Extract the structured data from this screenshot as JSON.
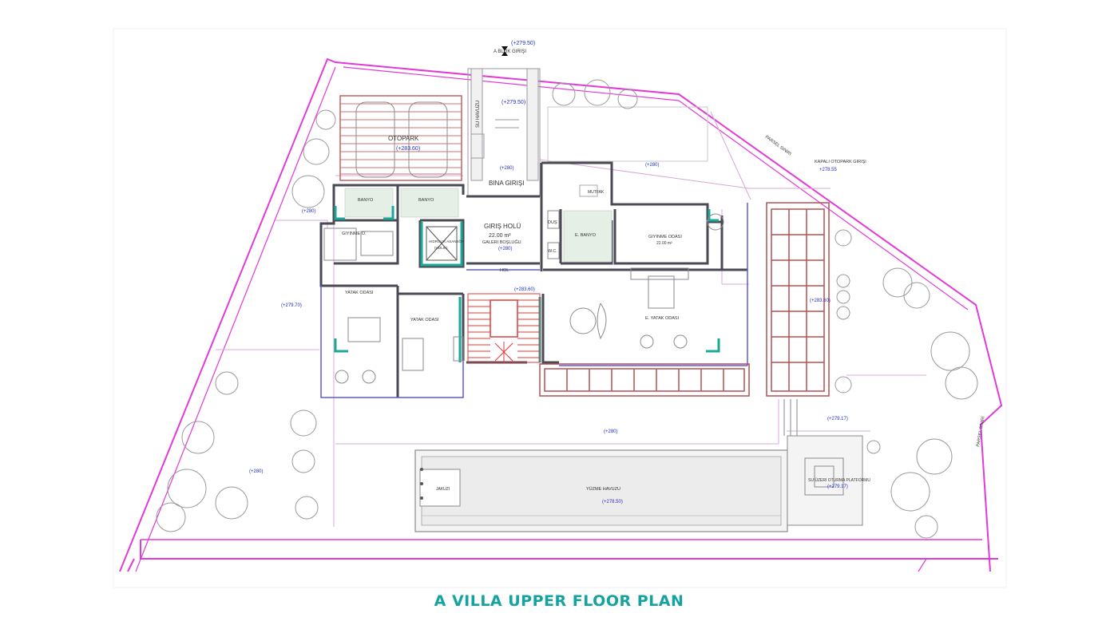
{
  "caption": "A VILLA UPPER FLOOR PLAN",
  "colors": {
    "caption": "#14a3a0",
    "boundary": "#e23ad8",
    "wall": "#4a4a55",
    "glass": "#5a5ae0",
    "stairs": "#e03a3a",
    "pergola": "#b45050",
    "accent": "#1aa89a",
    "level": "#2030c8"
  },
  "labels": {
    "entry_block": "A BLOK GIRIŞI",
    "entry_level": "(+279.50)",
    "entry_level2": "(+279.50)",
    "water_tank": "SU HAVUZU",
    "otopark": "OTOPARK",
    "otopark_level": "(+283.60)",
    "bina_girisi": "BINA GIRIŞI",
    "bina_level": "(+280)",
    "garden_level_1": "(+280)",
    "kapali_otopark": "KAPALI OTOPARK GIRIŞI",
    "kapali_level": "+278.55",
    "parsel_top": "PARSEL SINIRI",
    "parsel_right": "PARSEL SINIRI",
    "banyo_1": "BANYO",
    "banyo_2": "BANYO",
    "giyinme_1": "GIYINME O.",
    "kitchen_label": "MUTFAK",
    "elevator": "HIDROLIK ASANSÖR",
    "elevator_sub": "(HOLIK)",
    "giris_holu": "GIRIŞ HOLÜ",
    "giris_area": "22.00 m²",
    "galeri": "GALERI BOŞLUĞU",
    "giris_level": "(+280)",
    "dus": "DUŞ",
    "wc": "W.C.",
    "e_banyo": "E. BANYO",
    "giyinme_2": "GIYINME ODASI",
    "giyinme_2_area": "22.00 m²",
    "hol": "HOL",
    "hol_level": "(+283.60)",
    "yatak_1": "YATAK ODASI",
    "yatak_2": "YATAK ODASI",
    "e_yatak": "E. YATAK ODASI",
    "terrace_level": "(+283.60)",
    "west_level": "(+279.70)",
    "garden_level_2": "(+280)",
    "garden_level_3": "(+280)",
    "garden_level_4": "(+280)",
    "deck_level": "(+279.17)",
    "pool": "YÜZME HAVUZU",
    "pool_level": "(+278.50)",
    "jakuzi": "JAKUZI",
    "seating": "SU ÜZERI OTURMA PLATFORMU",
    "seating_level": "(+279.17)"
  }
}
